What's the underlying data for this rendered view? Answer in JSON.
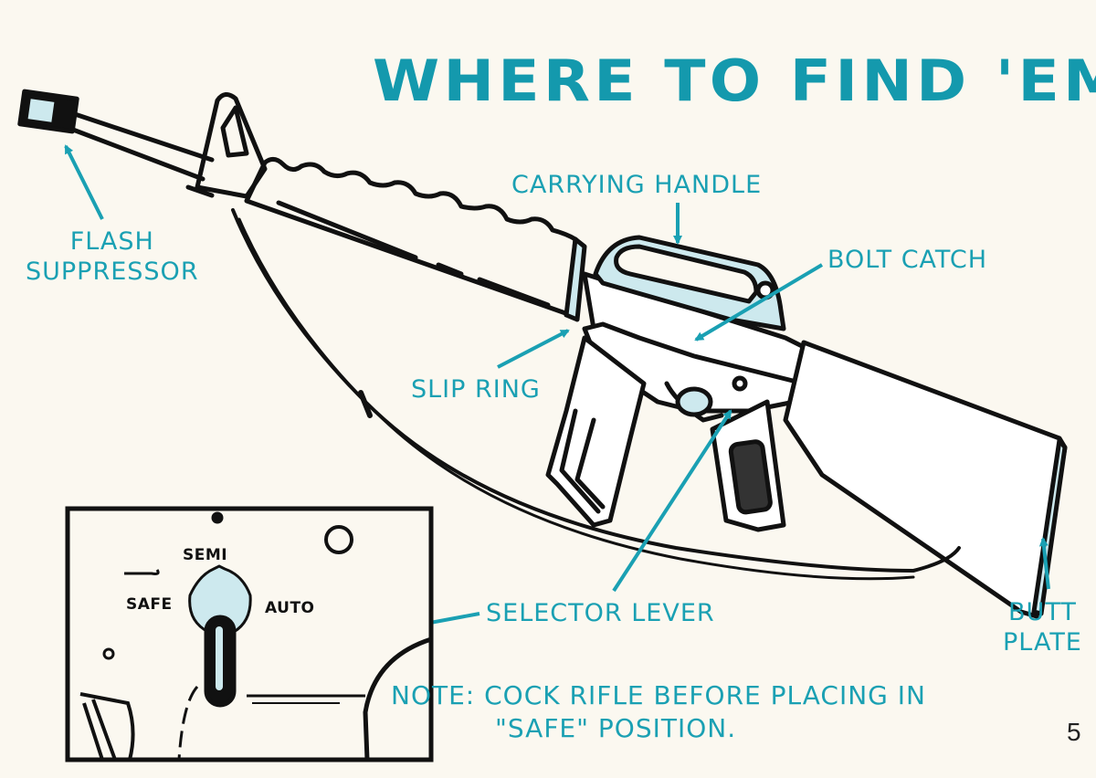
{
  "page": {
    "title": "WHERE TO FIND 'EM",
    "page_number": "5",
    "accent_color": "#1499ad"
  },
  "callouts": {
    "flash_suppressor": [
      "FLASH",
      "SUPPRESSOR"
    ],
    "carrying_handle": "CARRYING HANDLE",
    "bolt_catch": "BOLT CATCH",
    "slip_ring": "SLIP RING",
    "selector_lever": "SELECTOR LEVER",
    "butt_plate": [
      "BUTT",
      "PLATE"
    ]
  },
  "inset": {
    "semi": "SEMI",
    "safe": "SAFE",
    "auto": "AUTO"
  },
  "note": {
    "line1": "NOTE: COCK RIFLE BEFORE PLACING IN",
    "line2": "\"SAFE\" POSITION."
  }
}
